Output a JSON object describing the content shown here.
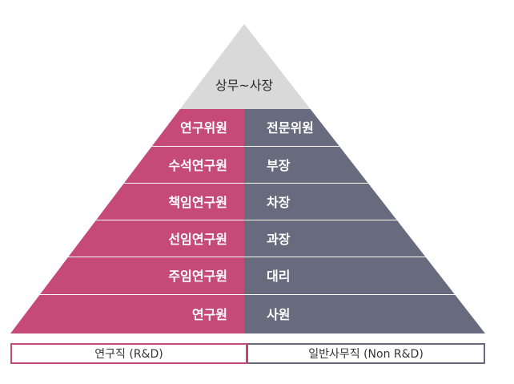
{
  "colors": {
    "left": "#c64a78",
    "right": "#676b7d",
    "top": "#d9d9d9",
    "legend_left_border": "#c64a78",
    "legend_right_border": "#676b7d"
  },
  "top_tier": {
    "label": "상무~사장"
  },
  "tiers": [
    {
      "left": "연구위원",
      "right": "전문위원"
    },
    {
      "left": "수석연구원",
      "right": "부장"
    },
    {
      "left": "책임연구원",
      "right": "차장"
    },
    {
      "left": "선임연구원",
      "right": "과장"
    },
    {
      "left": "주임연구원",
      "right": "대리"
    },
    {
      "left": "연구원",
      "right": "사원"
    }
  ],
  "legend": {
    "left": "연구직 (R&D)",
    "right": "일반사무직 (Non R&D)"
  }
}
